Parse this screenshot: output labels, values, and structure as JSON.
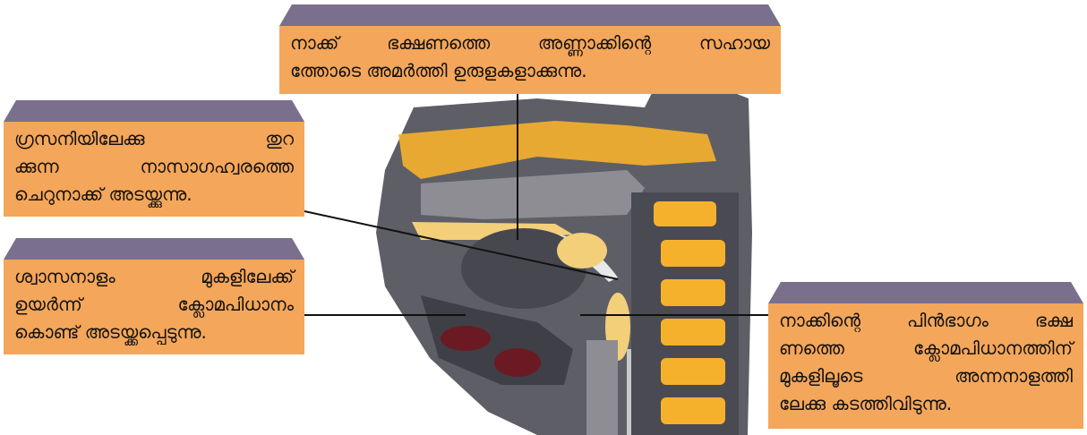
{
  "callouts": {
    "top": {
      "lines": [
        "നാക്ക് ഭക്ഷണത്തെ അണ്ണാക്കിന്റെ സഹായ",
        "ത്തോടെ അമർത്തി ഉരുളകളാക്കുന്നു."
      ]
    },
    "left_upper": {
      "lines": [
        "ഗ്രസനിയിലേക്കു തുറ",
        "ക്കുന്ന നാസാഗഹ്വരത്തെ",
        "ചെറുനാക്ക് അടയ്ക്കുന്നു."
      ]
    },
    "left_lower": {
      "lines": [
        "ശ്വാസനാളം മുകളിലേക്ക്",
        "ഉയർന്ന് ക്ലോമപിധാനം",
        "കൊണ്ട് അടയ്ക്കപ്പെടുന്നു."
      ]
    },
    "right": {
      "lines": [
        "നാക്കിന്റെ പിൻഭാഗം ഭക്ഷ",
        "ണത്തെ ക്ലോമപിധാനത്തിന്",
        "മുകളിലൂടെ അന്നനാളത്തി",
        "ലേക്കു കടത്തിവിടുന്നു."
      ]
    }
  },
  "colors": {
    "label_box": "#f4a65a",
    "label_tab": "#7a6f8c",
    "tissue_gray": "#5e5e66",
    "bone_orange": "#f6b12c",
    "cartilage_pale": "#f3cf7a",
    "muscle_red": "#6b1a24",
    "leader_line": "#111111"
  }
}
